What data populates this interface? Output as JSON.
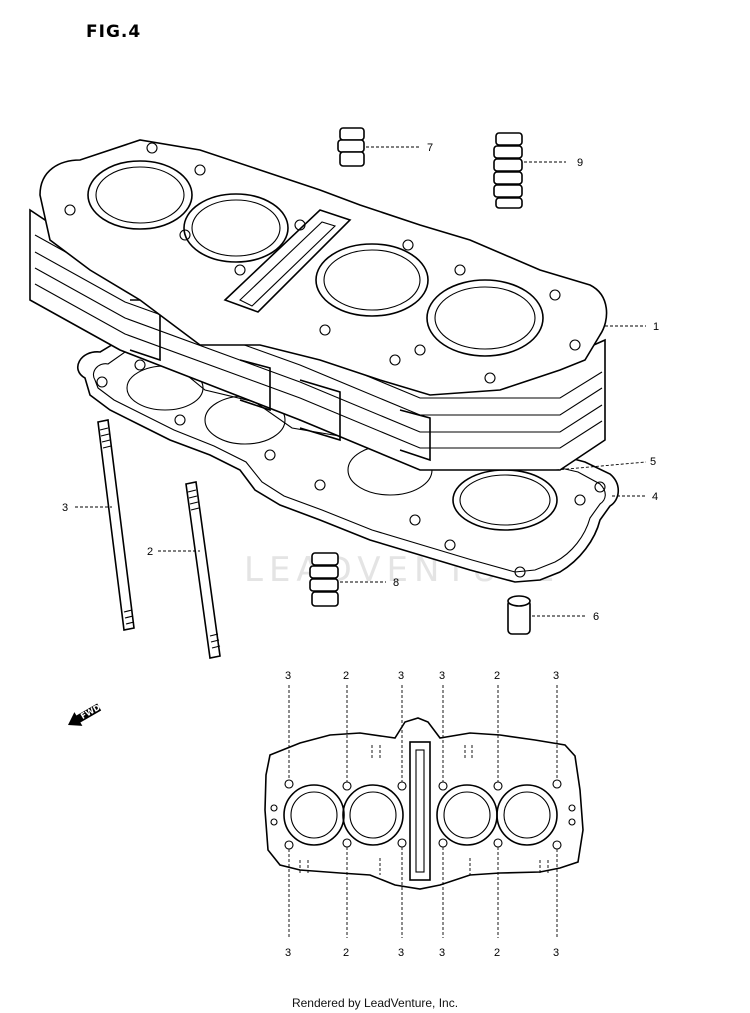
{
  "figure": {
    "title": "FIG.4"
  },
  "watermark": {
    "text": "LEADVENTURE"
  },
  "footer": {
    "text": "Rendered by LeadVenture, Inc."
  },
  "fwd_arrow": {
    "label": "FWD"
  },
  "callouts": {
    "c1": "1",
    "c2": "2",
    "c3": "3",
    "c4": "4",
    "c5": "5",
    "c6": "6",
    "c7": "7",
    "c8": "8",
    "c9": "9"
  },
  "bottom_view": {
    "top_labels": [
      "3",
      "2",
      "3",
      "3",
      "2",
      "3"
    ],
    "bottom_labels": [
      "3",
      "2",
      "3",
      "3",
      "2",
      "3"
    ]
  },
  "icons": [
    "fwd-arrow-icon",
    "leadventure-logo-icon"
  ]
}
